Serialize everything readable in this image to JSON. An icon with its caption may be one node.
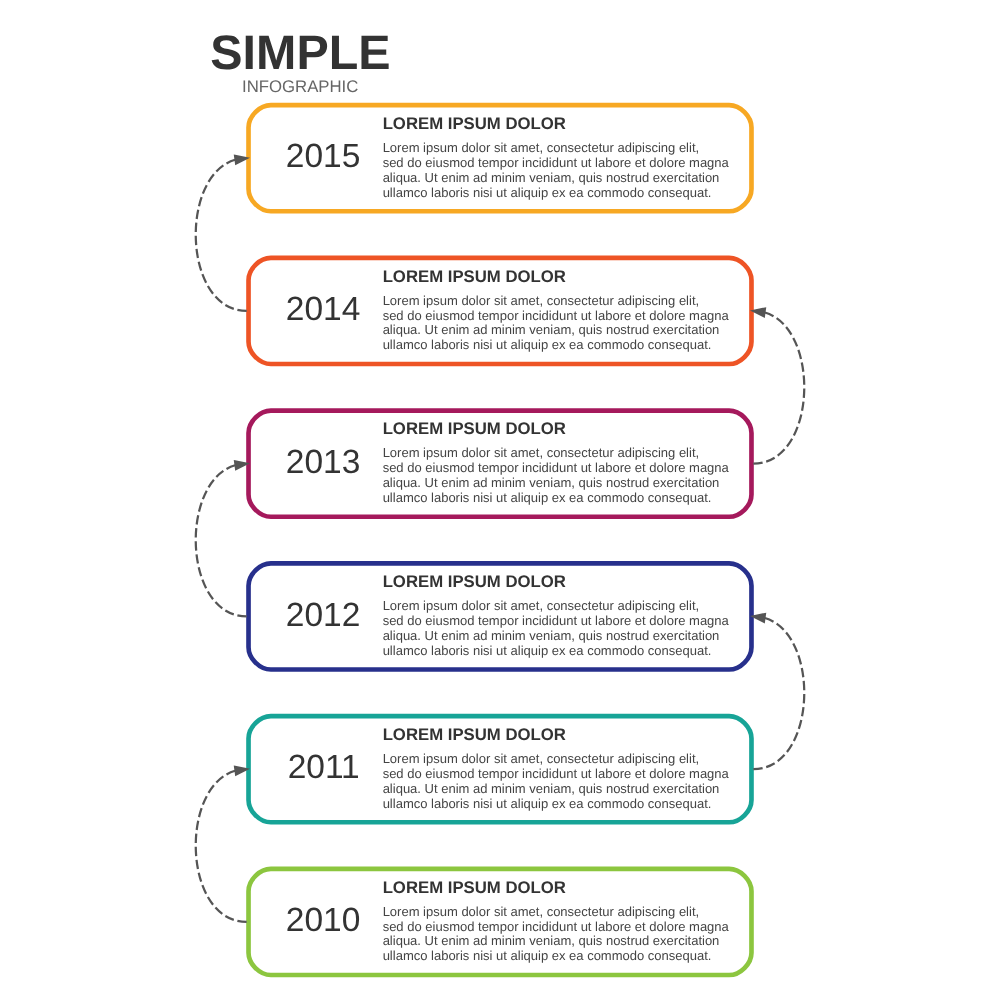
{
  "diagram": {
    "title": "SIMPLE INFOGRAPHIC",
    "nodes": [
      {
        "text": [
          "2015",
          "LOREM IPSUM DOLOR",
          "Lorem ipsum dolor sit amet, consectetur adipiscing elit, sed do eiusmod tempor incididunt ut labore et dolore magna aliqua. Ut enim ad minim veniam, quis nostrud exercitation ullamco laboris nisi ut aliquip ex ea commodo consequat."
        ]
      },
      {
        "text": [
          "2014",
          "LOREM IPSUM DOLOR",
          "Lorem ipsum dolor sit amet, consectetur adipiscing elit, sed do eiusmod tempor incididunt ut labore et dolore magna aliqua. Ut enim ad minim veniam, quis nostrud exercitation ullamco laboris nisi ut aliquip ex ea commodo consequat."
        ]
      },
      {
        "text": [
          "2013",
          "LOREM IPSUM DOLOR",
          "Lorem ipsum dolor sit amet, consectetur adipiscing elit, sed do eiusmod tempor incididunt ut labore et dolore magna aliqua. Ut enim ad minim veniam, quis nostrud exercitation ullamco laboris nisi ut aliquip ex ea commodo consequat."
        ]
      },
      {
        "text": [
          "2012",
          "LOREM IPSUM DOLOR",
          "Lorem ipsum dolor sit amet, consectetur adipiscing elit, sed do eiusmod tempor incididunt ut labore et dolore magna aliqua. Ut enim ad minim veniam, quis nostrud exercitation ullamco laboris nisi ut aliquip ex ea commodo consequat."
        ]
      },
      {
        "text": [
          "2011",
          "LOREM IPSUM DOLOR",
          "Lorem ipsum dolor sit amet, consectetur adipiscing elit, sed do eiusmod tempor incididunt ut labore et dolore magna aliqua. Ut enim ad minim veniam, quis nostrud exercitation ullamco laboris nisi ut aliquip ex ea commodo consequat."
        ]
      },
      {
        "text": [
          "2010",
          "LOREM IPSUM DOLOR",
          "Lorem ipsum dolor sit amet, consectetur adipiscing elit, sed do eiusmod tempor incididunt ut labore et dolore magna aliqua. Ut enim ad minim veniam, quis nostrud exercitation ullamco laboris nisi ut aliquip ex ea commodo consequat."
        ]
      }
    ],
    "edges": [
      {
        "from": 5,
        "to": 4,
        "arrow": "to",
        "style": "dashed"
      },
      {
        "from": 4,
        "to": 3,
        "arrow": "to",
        "style": "dashed"
      },
      {
        "from": 3,
        "to": 2,
        "arrow": "to",
        "style": "dashed"
      },
      {
        "from": 2,
        "to": 1,
        "arrow": "to",
        "style": "dashed"
      },
      {
        "from": 1,
        "to": 0,
        "arrow": "to",
        "style": "dashed"
      }
    ]
  }
}
